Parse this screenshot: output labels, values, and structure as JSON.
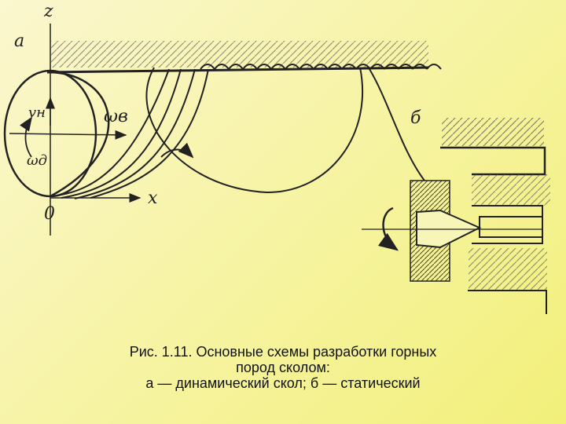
{
  "labels": {
    "panel_a": "a",
    "panel_b": "б",
    "axis_z": "z",
    "axis_x": "x",
    "origin": "0",
    "v_h": "vн",
    "omega_b": "ωв",
    "omega_d": "ωд"
  },
  "caption": {
    "line1": "Рис.  1.11. Основные схемы разработки горных",
    "line2": "пород сколом:",
    "line3": "а — динамический скол; б — статический"
  }
}
